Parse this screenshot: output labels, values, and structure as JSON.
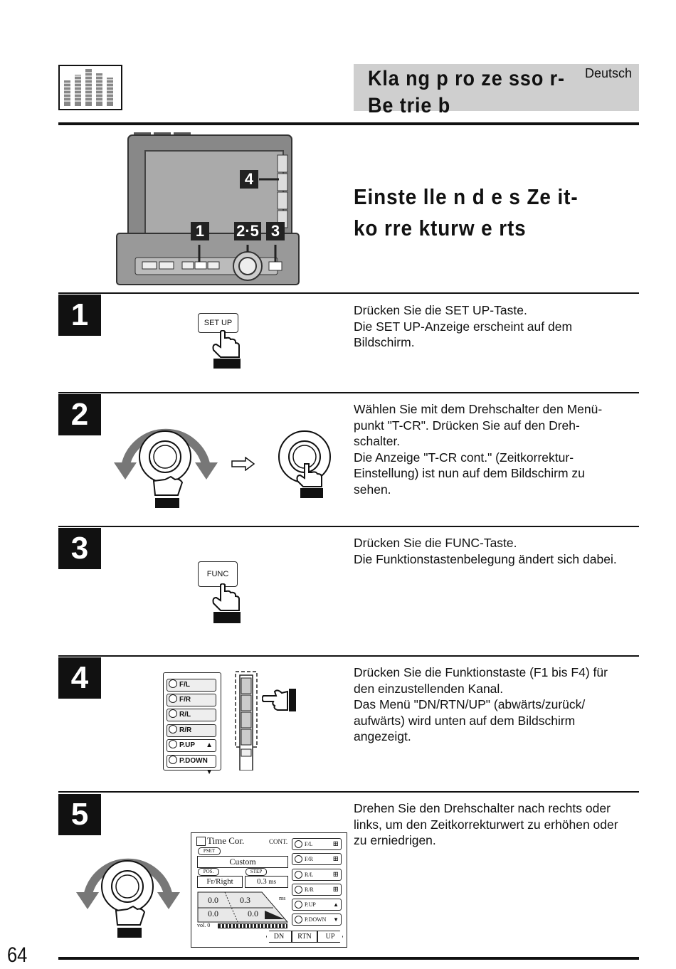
{
  "header": {
    "title_line1": "Kla ng p ro ze sso r-",
    "title_line2": "Be trie b",
    "language": "Deutsch"
  },
  "section": {
    "title_line1": "Einste lle n d e s Ze it-",
    "title_line2": "ko rre kturw e rts"
  },
  "device_callouts": [
    "4",
    "1",
    "2·5",
    "3"
  ],
  "steps": [
    {
      "number": "1",
      "button_label": "SET UP",
      "lines": [
        "Drücken Sie die SET UP-Taste.",
        "Die SET UP-Anzeige erscheint auf dem",
        "Bildschirm."
      ]
    },
    {
      "number": "2",
      "lines": [
        "Wählen Sie mit dem Drehschalter den Menü-",
        "punkt \"T-CR\". Drücken Sie auf den Dreh-",
        "schalter.",
        "Die Anzeige \"T-CR cont.\" (Zeitkorrektur-",
        "Einstellung) ist nun auf dem Bildschirm zu",
        "sehen."
      ]
    },
    {
      "number": "3",
      "button_label": "FUNC",
      "lines": [
        "Drücken Sie die FUNC-Taste.",
        "Die Funktionstastenbelegung ändert sich dabei."
      ]
    },
    {
      "number": "4",
      "lines": [
        "Drücken Sie die Funktionstaste (F1 bis F4) für",
        "den einzustellenden Kanal.",
        "Das Menü \"DN/RTN/UP\" (abwärts/zurück/",
        "aufwärts) wird unten auf dem Bildschirm",
        "angezeigt."
      ]
    },
    {
      "number": "5",
      "lines": [
        "Drehen Sie den Drehschalter nach rechts oder",
        "links, um den Zeitkorrekturwert zu erhöhen oder",
        "zu erniedrigen."
      ]
    }
  ],
  "function_menu": [
    "F/L",
    "F/R",
    "R/L",
    "R/R",
    "P.UP",
    "P.DOWN"
  ],
  "screen": {
    "title": "Time Cor.",
    "cont": "CONT.",
    "pset_tag": "PSET",
    "pset_value": "Custom",
    "pos_tag": "POS.",
    "step_tag": "STEP",
    "pos_value": "Fr/Right",
    "step_value": "0.3",
    "step_unit": "ms",
    "graph_values": [
      "0.0",
      "0.3",
      "0.0",
      "0.0"
    ],
    "graph_unit": "ms",
    "vol_label": "vol. 0",
    "side_items": [
      "F/L",
      "F/R",
      "R/L",
      "R/R",
      "P.UP",
      "P.DOWN"
    ],
    "bottom_buttons": [
      "DN",
      "RTN",
      "UP"
    ]
  },
  "page_number": "64"
}
